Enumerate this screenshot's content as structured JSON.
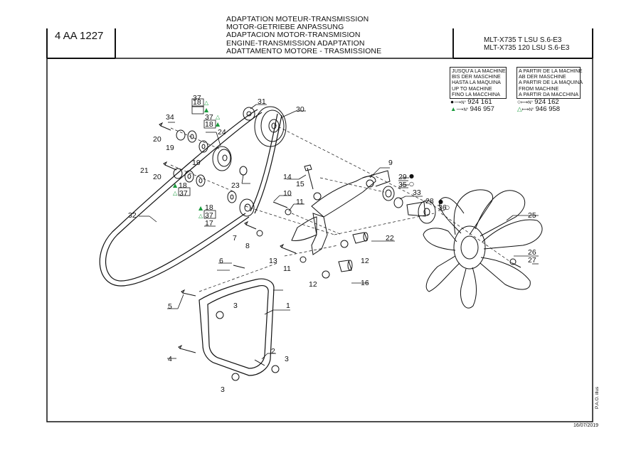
{
  "header": {
    "ref": "4 AA 1227",
    "titles": [
      "ADAPTATION MOTEUR-TRANSMISSION",
      "MOTOR-GETRIEBE ANPASSUNG",
      "ADAPTACION MOTOR-TRANSMISION",
      "ENGINE-TRANSMISSION ADAPTATION",
      "ADATTAMENTO MOTORE - TRASMISSIONE"
    ],
    "models": [
      "MLT-X735 T LSU S.6-E3",
      "MLT-X735 120 LSU S.6-E3"
    ]
  },
  "legend": {
    "until": [
      "JUSQU'A LA MACHINE",
      "BIS DER MASCHINE",
      "HASTA LA MAQUINA",
      "UP TO MACHINE",
      "FINO LA MACCHINA"
    ],
    "from": [
      "A PARTIR DE LA MACHINE",
      "AB DER MASCHINE",
      "A PARTIR DE LA MAQUINA",
      "FROM MACHINE",
      "A PARTIR DA MACCHINA"
    ],
    "until_no": "N°",
    "until_1": "924 161",
    "until_2": "946 957",
    "from_no": "N°",
    "from_1": "924 162",
    "from_2": "946 958"
  },
  "parts": {
    "p1": "1",
    "p2": "2",
    "p3a": "3",
    "p3b": "3",
    "p3c": "3",
    "p4": "4",
    "p5": "5",
    "p6": "6",
    "p7": "7",
    "p8": "8",
    "p9": "9",
    "p10": "10",
    "p11a": "11",
    "p11b": "11",
    "p12a": "12",
    "p12b": "12",
    "p13": "13",
    "p14": "14",
    "p15": "15",
    "p16": "16",
    "p17": "17",
    "p18a": "18",
    "p18b": "18",
    "p18c": "18",
    "p18d": "18",
    "p19a": "19",
    "p19b": "19",
    "p20a": "20",
    "p20b": "20",
    "p21": "21",
    "p22": "22",
    "p23": "23",
    "p24": "24",
    "p25": "25",
    "p26": "26",
    "p27": "27",
    "p28": "28",
    "p29": "29",
    "p30": "30",
    "p31": "31",
    "p32": "32",
    "p33": "33",
    "p34": "34",
    "p35": "35",
    "p36": "36",
    "p37a": "37",
    "p37b": "37",
    "p37c": "37",
    "p37d": "37"
  },
  "footer": {
    "date": "16/07/2019",
    "vertical": "P.A.O. illus"
  },
  "colors": {
    "green": "#1a9b3c",
    "ink": "#111111"
  }
}
